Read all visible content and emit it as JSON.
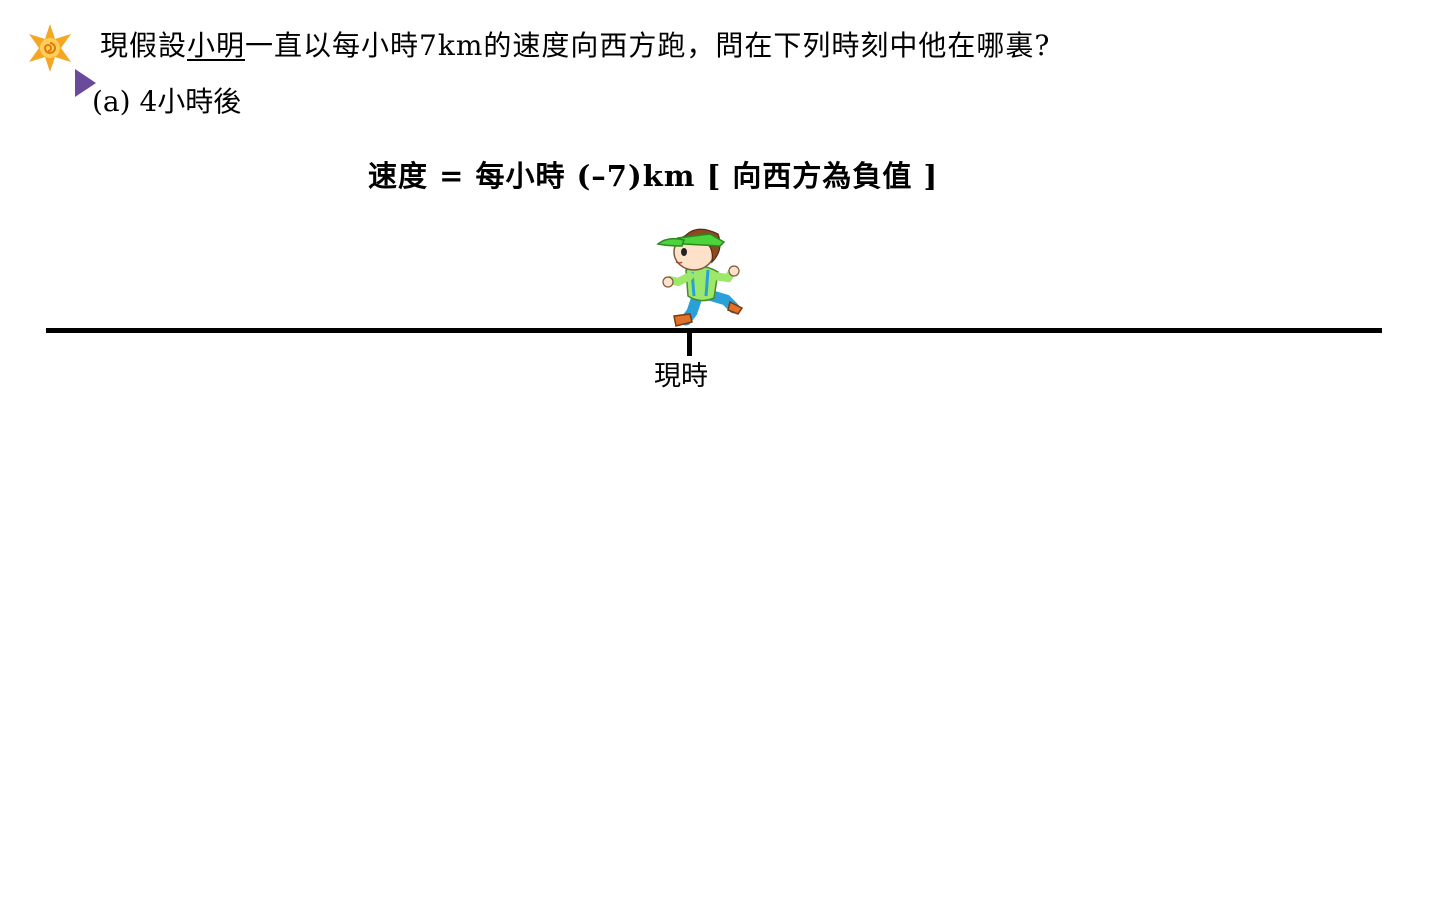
{
  "question": {
    "prefix": "現假設",
    "name": "小明",
    "suffix": "一直以每小時7km的速度向西方跑，問在下列時刻中他在哪裏?"
  },
  "sub_question": "(a) 4小時後",
  "velocity_note": "速度 = 每小時 (–7)km  [ 向西方為負值 ]",
  "number_line": {
    "tick_label": "現時"
  },
  "icons": {
    "bullet": "sun-star-icon",
    "pointer": "play-triangle-icon",
    "figure": "running-boy-illustration"
  },
  "colors": {
    "star": "#f5a623",
    "pointer": "#6a4a9c",
    "cap": "#4cd43c",
    "shirt": "#9be86a",
    "pants": "#2aa0d8",
    "shoes": "#e0702a"
  }
}
